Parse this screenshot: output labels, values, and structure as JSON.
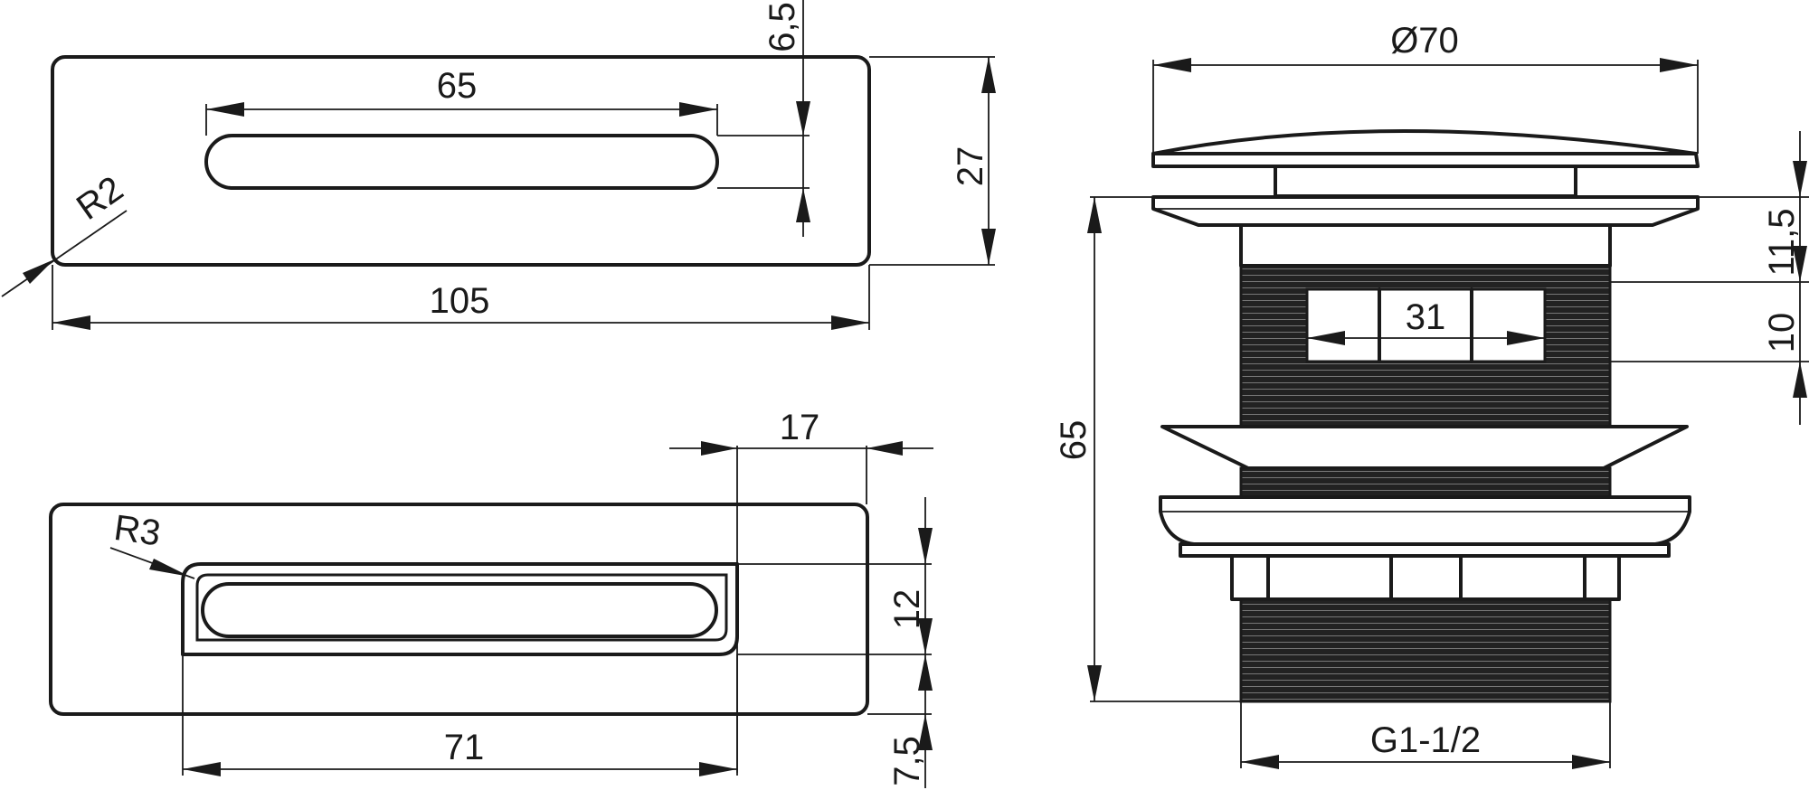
{
  "dimensions": {
    "top_view": {
      "slot_length": "65",
      "offset": "6,5",
      "height": "27",
      "corner_radius": "R2",
      "total_length": "105"
    },
    "side_view": {
      "depth": "17",
      "inner_radius": "R3",
      "slot_height": "12",
      "slot_length": "71",
      "bottom_offset": "7,5"
    },
    "drain": {
      "diameter": "Ø70",
      "total_height": "65",
      "top_section": "11,5",
      "window_height": "10",
      "window_width": "31",
      "thread": "G1-1/2"
    }
  }
}
